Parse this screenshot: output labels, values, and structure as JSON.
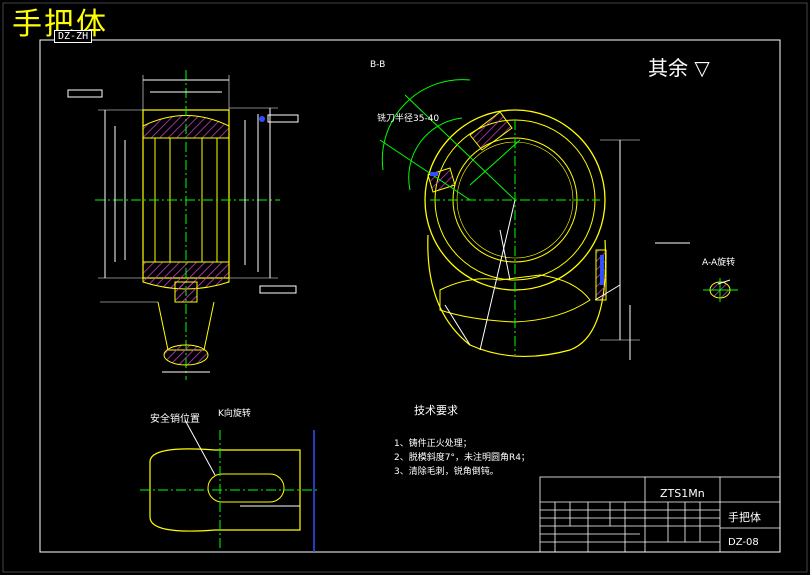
{
  "drawing": {
    "title": "手把体",
    "code_tag": "DZ-ZH",
    "other_surfaces_note": "其余 ▽",
    "section_bb_label": "B-B",
    "cutter_note": "铣刀半径35-40",
    "section_aa_label": "A-A旋转",
    "k_view_label": "K向旋转",
    "safety_pin_label": "安全销位置"
  },
  "technical_requirements": {
    "title": "技术要求",
    "items": [
      "1、铸件正火处理；",
      "2、脱模斜度7°，未注明圆角R4；",
      "3、清除毛刺，锐角倒钝。"
    ]
  },
  "title_block": {
    "material": "ZTS1Mn",
    "part_name": "手把体",
    "drawing_code": "DZ-08"
  },
  "colors": {
    "background": "#000000",
    "outline": "#ffff00",
    "centerline": "#00ff00",
    "dimension": "#ffffff",
    "hatch": "#d040d0",
    "aux": "#3050ff"
  }
}
